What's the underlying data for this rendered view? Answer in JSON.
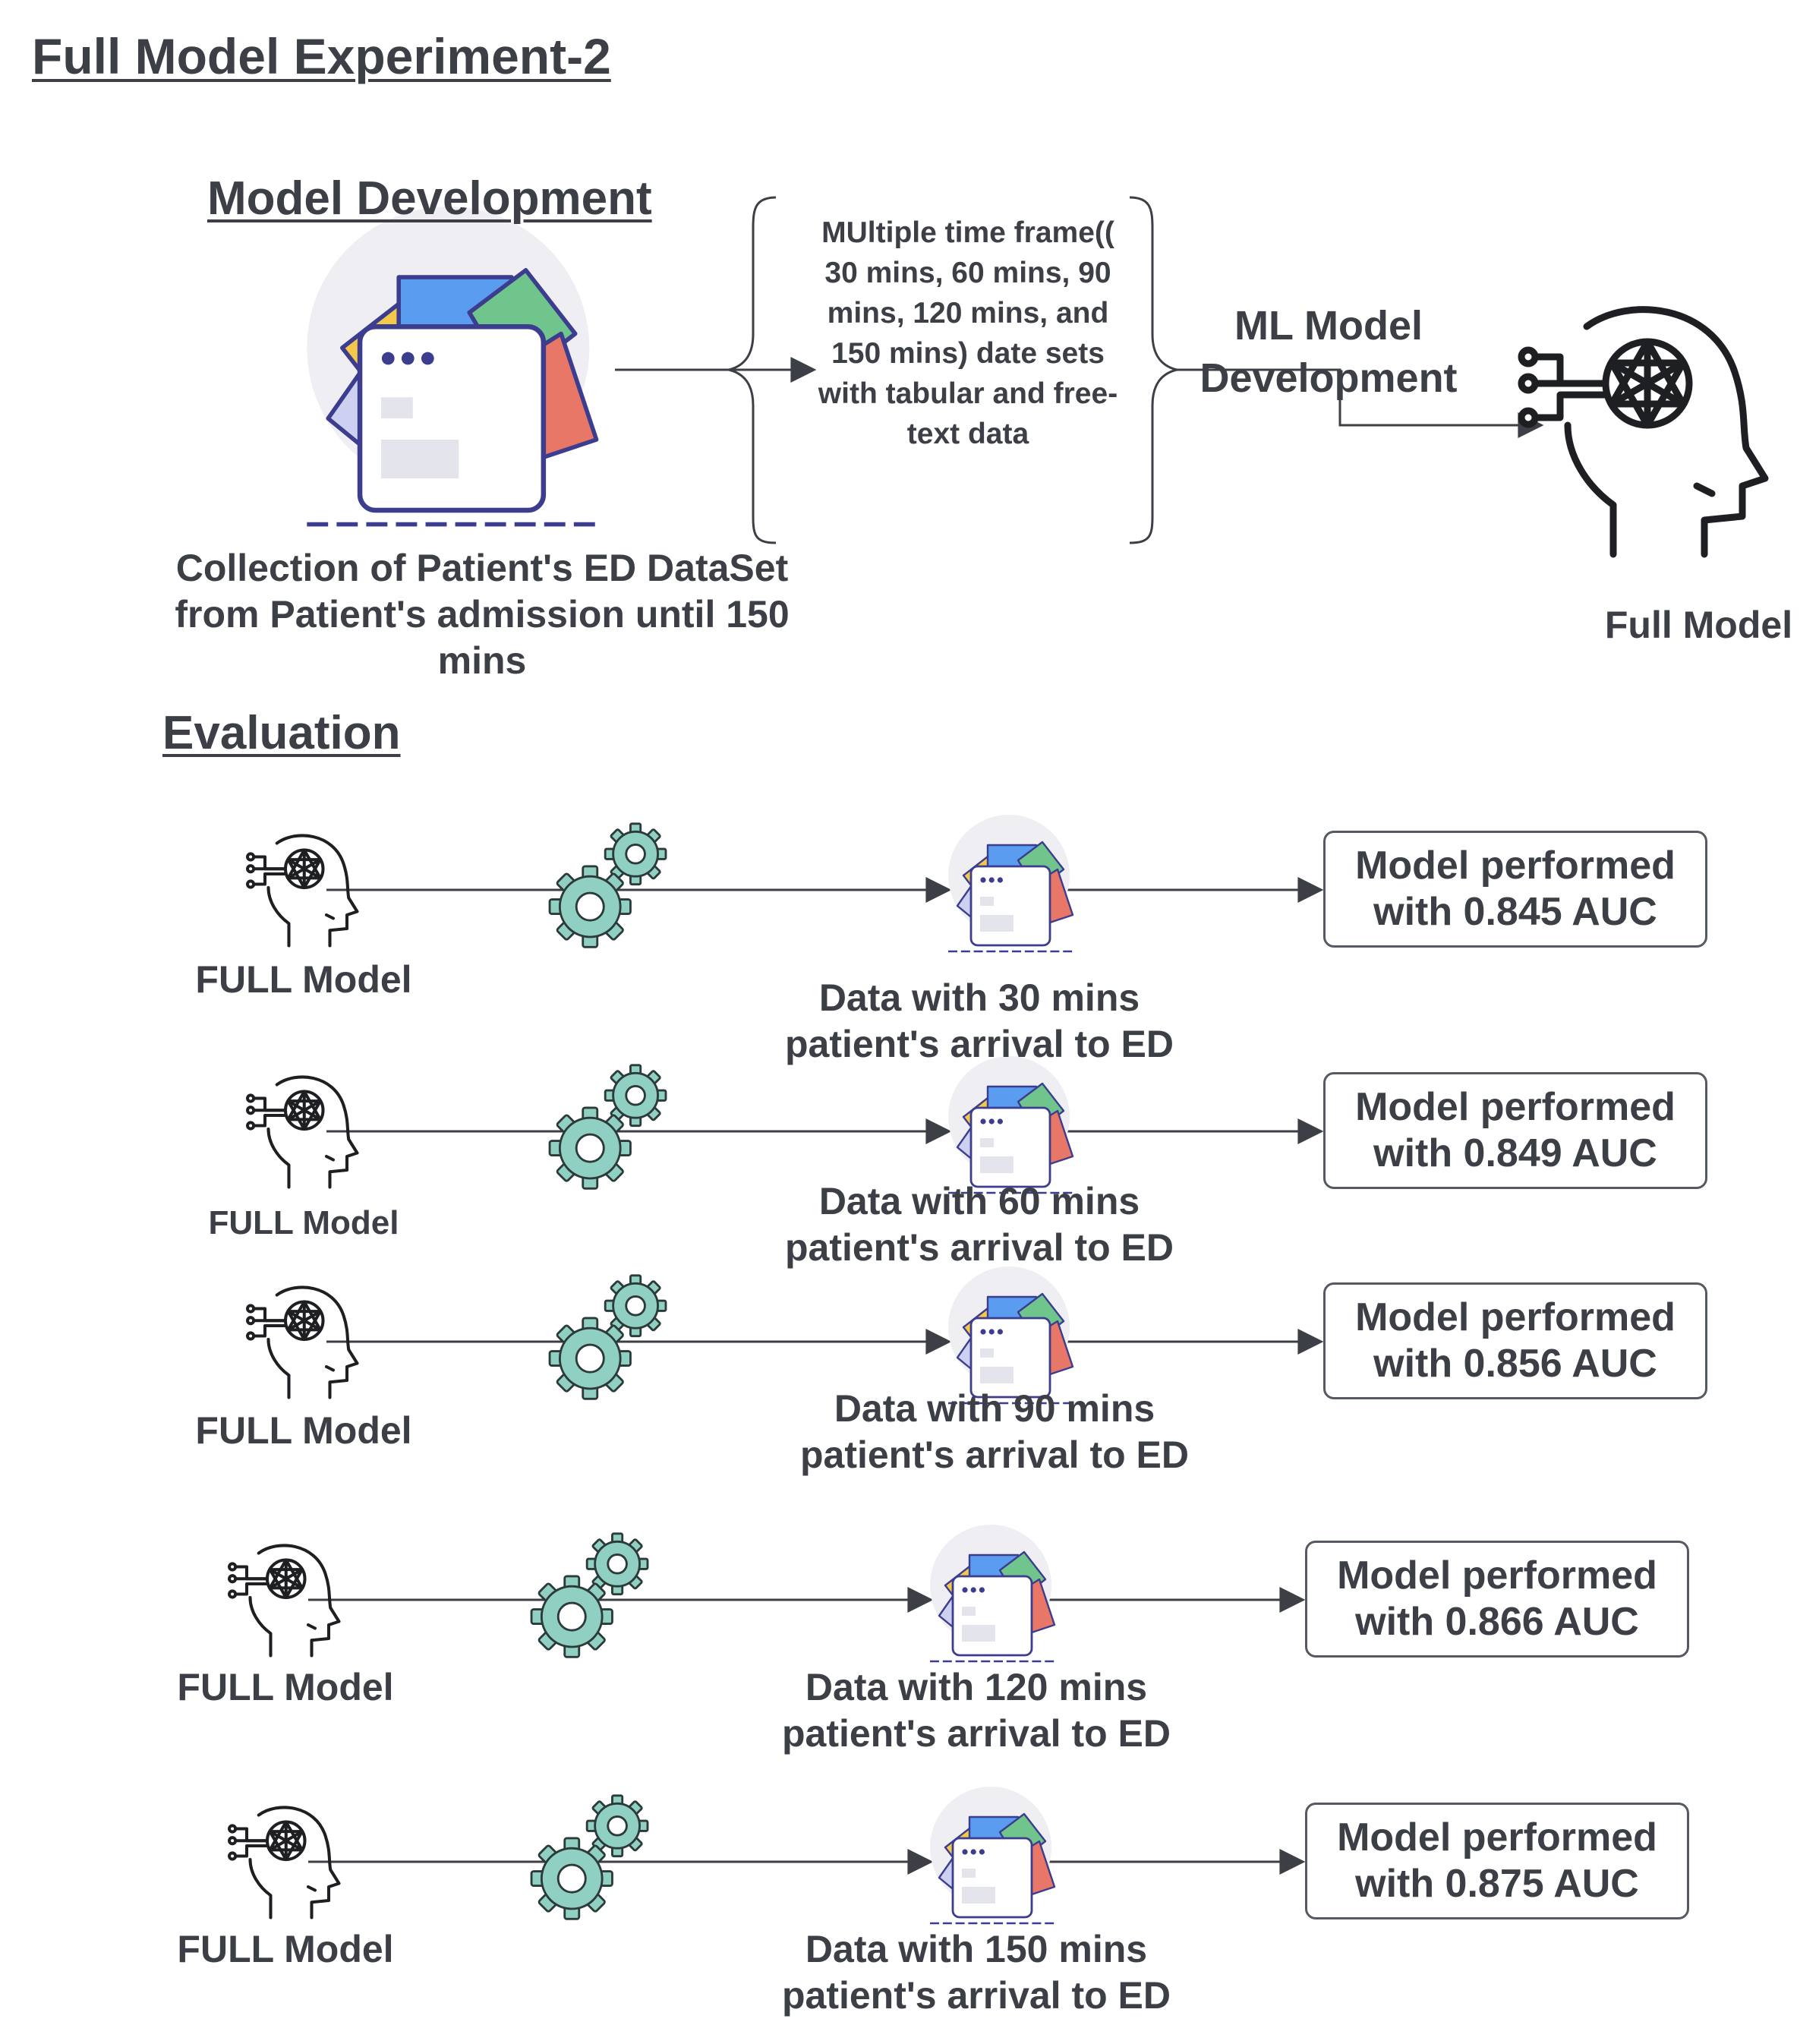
{
  "title": "Full Model Experiment-2",
  "development": {
    "heading": "Model Development",
    "collection_caption": "Collection of Patient's ED DataSet from Patient's admission until 150 mins",
    "timeframe_text": "MUltiple time frame(( 30 mins, 60 mins, 90 mins, 120 mins, and 150 mins) date sets with tabular and free-text data",
    "ml_label": "ML Model Development",
    "full_model_label": "Full  Model"
  },
  "evaluation": {
    "heading": "Evaluation",
    "rows": [
      {
        "model_label": "FULL Model",
        "data_label": "Data with 30 mins patient's arrival to ED",
        "result": "Model performed with 0.845 AUC"
      },
      {
        "model_label": "FULL  Model",
        "data_label": "Data with 60 mins patient's arrival to ED",
        "result": "Model performed with 0.849 AUC"
      },
      {
        "model_label": "FULL Model",
        "data_label": "Data with 90 mins patient's arrival to ED",
        "result": "Model performed with 0.856 AUC"
      },
      {
        "model_label": "FULL Model",
        "data_label": "Data with 120 mins patient's arrival to ED",
        "result": "Model performed with 0.866 AUC"
      },
      {
        "model_label": "FULL Model",
        "data_label": "Data with 150 mins patient's arrival to ED",
        "result": "Model performed with 0.875 AUC"
      }
    ]
  },
  "icons": [
    "folder-stack-icon",
    "ai-head-icon",
    "gears-icon",
    "brace-icon",
    "arrow-icon"
  ],
  "colors": {
    "text": "#3c3f45",
    "gear": "#8fd0c3",
    "folder_blue": "#5a9cf0",
    "folder_green": "#6fc58c",
    "folder_yellow": "#f4c84a",
    "folder_red": "#e87767",
    "folder_lilac": "#cdd0f0",
    "folder_outline": "#3c3d8f"
  }
}
